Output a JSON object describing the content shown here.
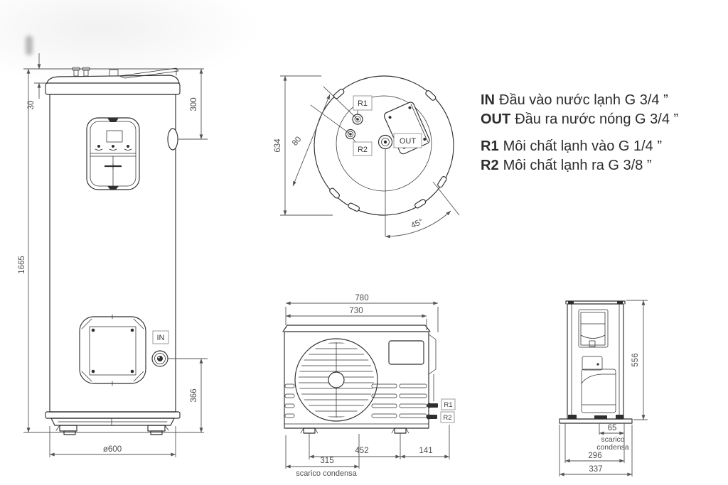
{
  "colors": {
    "object_line": "#2f2f2f",
    "dimension_line": "#555555",
    "label_text": "#2d2d2d",
    "label_box_border": "#9b9b9b"
  },
  "legend": {
    "items": [
      {
        "key": "IN",
        "text": "Đầu vào nước lạnh G 3/4 ”"
      },
      {
        "key": "OUT",
        "text": "Đầu ra nước nóng G 3/4 ”"
      },
      {
        "key": "R1",
        "text": "Môi chất lạnh vào G 1/4 ”"
      },
      {
        "key": "R2",
        "text": "Môi chất lạnh ra G 3/8 ”"
      }
    ]
  },
  "tank_front_view": {
    "dim_lid": "30",
    "dim_out_height": "300",
    "dim_total_height": "1665",
    "dim_in_height": "366",
    "dim_diameter": "ø600",
    "label_in": "IN"
  },
  "top_view": {
    "dim_depth": "634",
    "dim_port_spacing": "80",
    "dim_angle": "45°",
    "label_r1": "R1",
    "label_r2": "R2",
    "label_out": "OUT"
  },
  "outdoor_front_view": {
    "dim_total_width": "780",
    "dim_body_width": "730",
    "dim_feet_span": "452",
    "dim_right_offset": "141",
    "dim_drain_offset": "315",
    "label_drain": "scarico condensa",
    "label_r1": "R1",
    "label_r2": "R2"
  },
  "outdoor_side_view": {
    "dim_height": "556",
    "dim_drain_offset": "65",
    "label_drain_line1": "scarico",
    "label_drain_line2": "condensa",
    "dim_base_width": "296",
    "dim_total_depth": "337"
  }
}
